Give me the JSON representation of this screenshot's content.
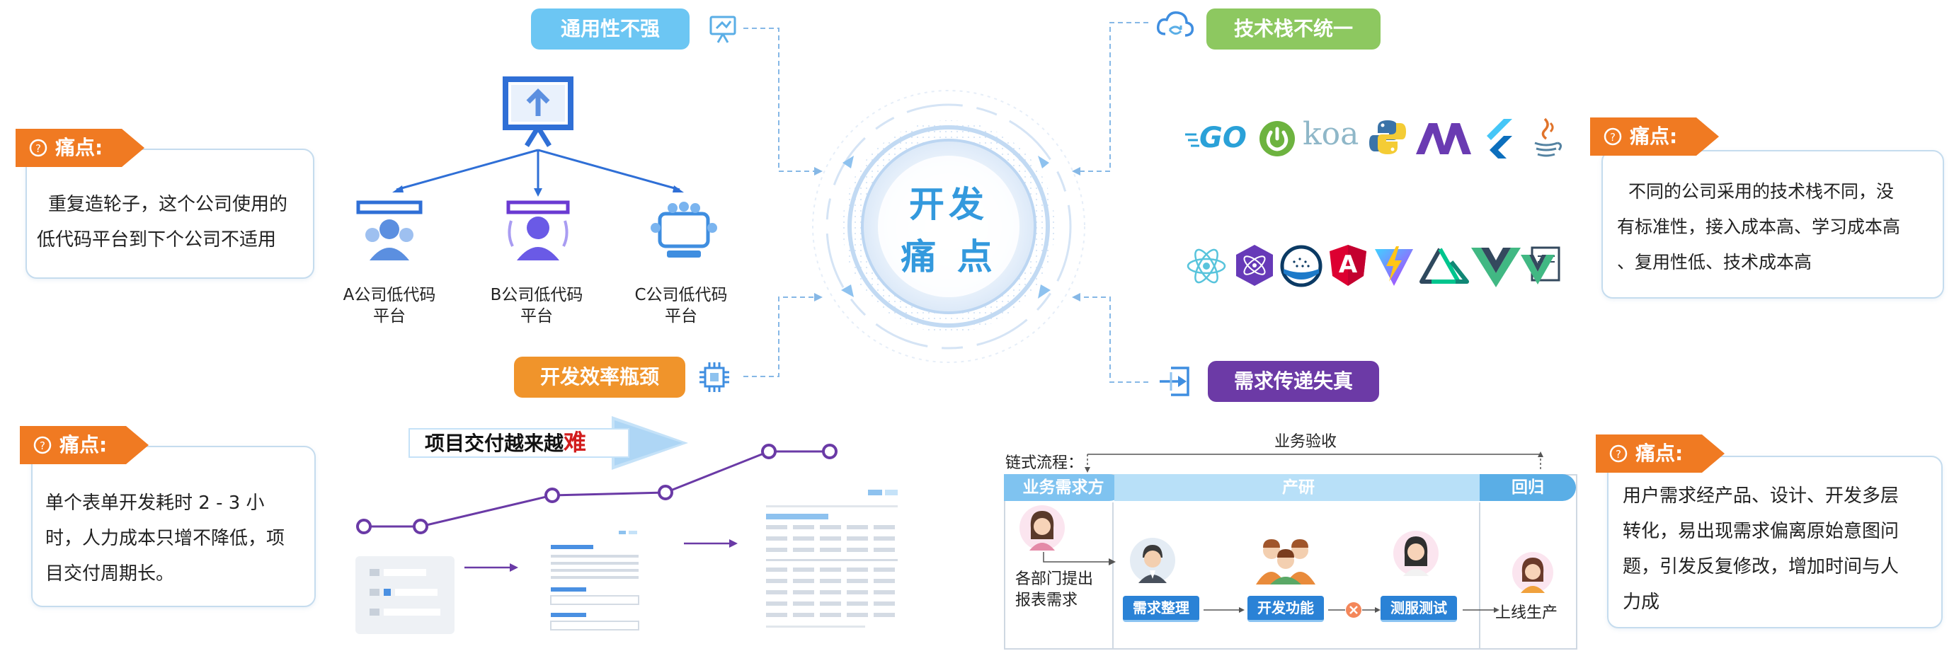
{
  "center": {
    "line1": "开发",
    "line2": "痛 点"
  },
  "callouts": {
    "tl": {
      "tag": "痛点:",
      "text": [
        "重复造轮子，这个公司使用的",
        "低代码平台到下个公司不适用"
      ]
    },
    "tr": {
      "tag": "痛点:",
      "text": [
        "不同的公司采用的技术栈不同，没",
        "有标准性，接入成本高、学习成本高",
        "、复用性低、技术成本高"
      ]
    },
    "bl": {
      "tag": "痛点:",
      "text": [
        "单个表单开发耗时 2 - 3 小",
        "时，人力成本只增不降低，项",
        "目交付周期长。"
      ]
    },
    "br": {
      "tag": "痛点:",
      "text": [
        "用户需求经产品、设计、开发多层",
        "转化，易出现需求偏离原始意图问",
        "题，引发反复修改，增加时间与人",
        "力成"
      ]
    }
  },
  "titles": {
    "general": "通用性不强",
    "tech": "技术栈不统一",
    "efficiency": "开发效率瓶颈",
    "requirement": "需求传递失真"
  },
  "colors": {
    "general": "#6cc6f3",
    "tech": "#8dc860",
    "efficiency": "#f0942b",
    "requirement": "#6c3aa6",
    "tag": "#f07a22"
  },
  "platforms": [
    {
      "line1": "A公司低代码",
      "line2": "平台"
    },
    {
      "line1": "B公司低代码",
      "line2": "平台"
    },
    {
      "line1": "C公司低代码",
      "line2": "平台"
    }
  ],
  "tech_logos": {
    "go": "GO",
    "koa": "koa",
    "angular": "A",
    "row1_icons": [
      "go-icon",
      "spring-icon",
      "koa-icon",
      "python-icon",
      "nestjs-icon",
      "flutter-icon",
      "java-icon"
    ],
    "row2_icons": [
      "react-icon",
      "preact-icon",
      "tailwind-icon",
      "angular-icon",
      "vite-icon",
      "nuxt-icon",
      "vue-icon",
      "vuepress-icon"
    ]
  },
  "delivery": {
    "prefix": "项目交付越来越",
    "highlight": "难"
  },
  "flow": {
    "chain_label": "链式流程：",
    "acceptance": "业务验收",
    "heads": [
      "业务需求方",
      "产研",
      "回归"
    ],
    "requester": [
      "各部门提出",
      "报表需求"
    ],
    "steps": [
      "需求整理",
      "开发功能",
      "测服测试"
    ],
    "final": "上线生产"
  }
}
